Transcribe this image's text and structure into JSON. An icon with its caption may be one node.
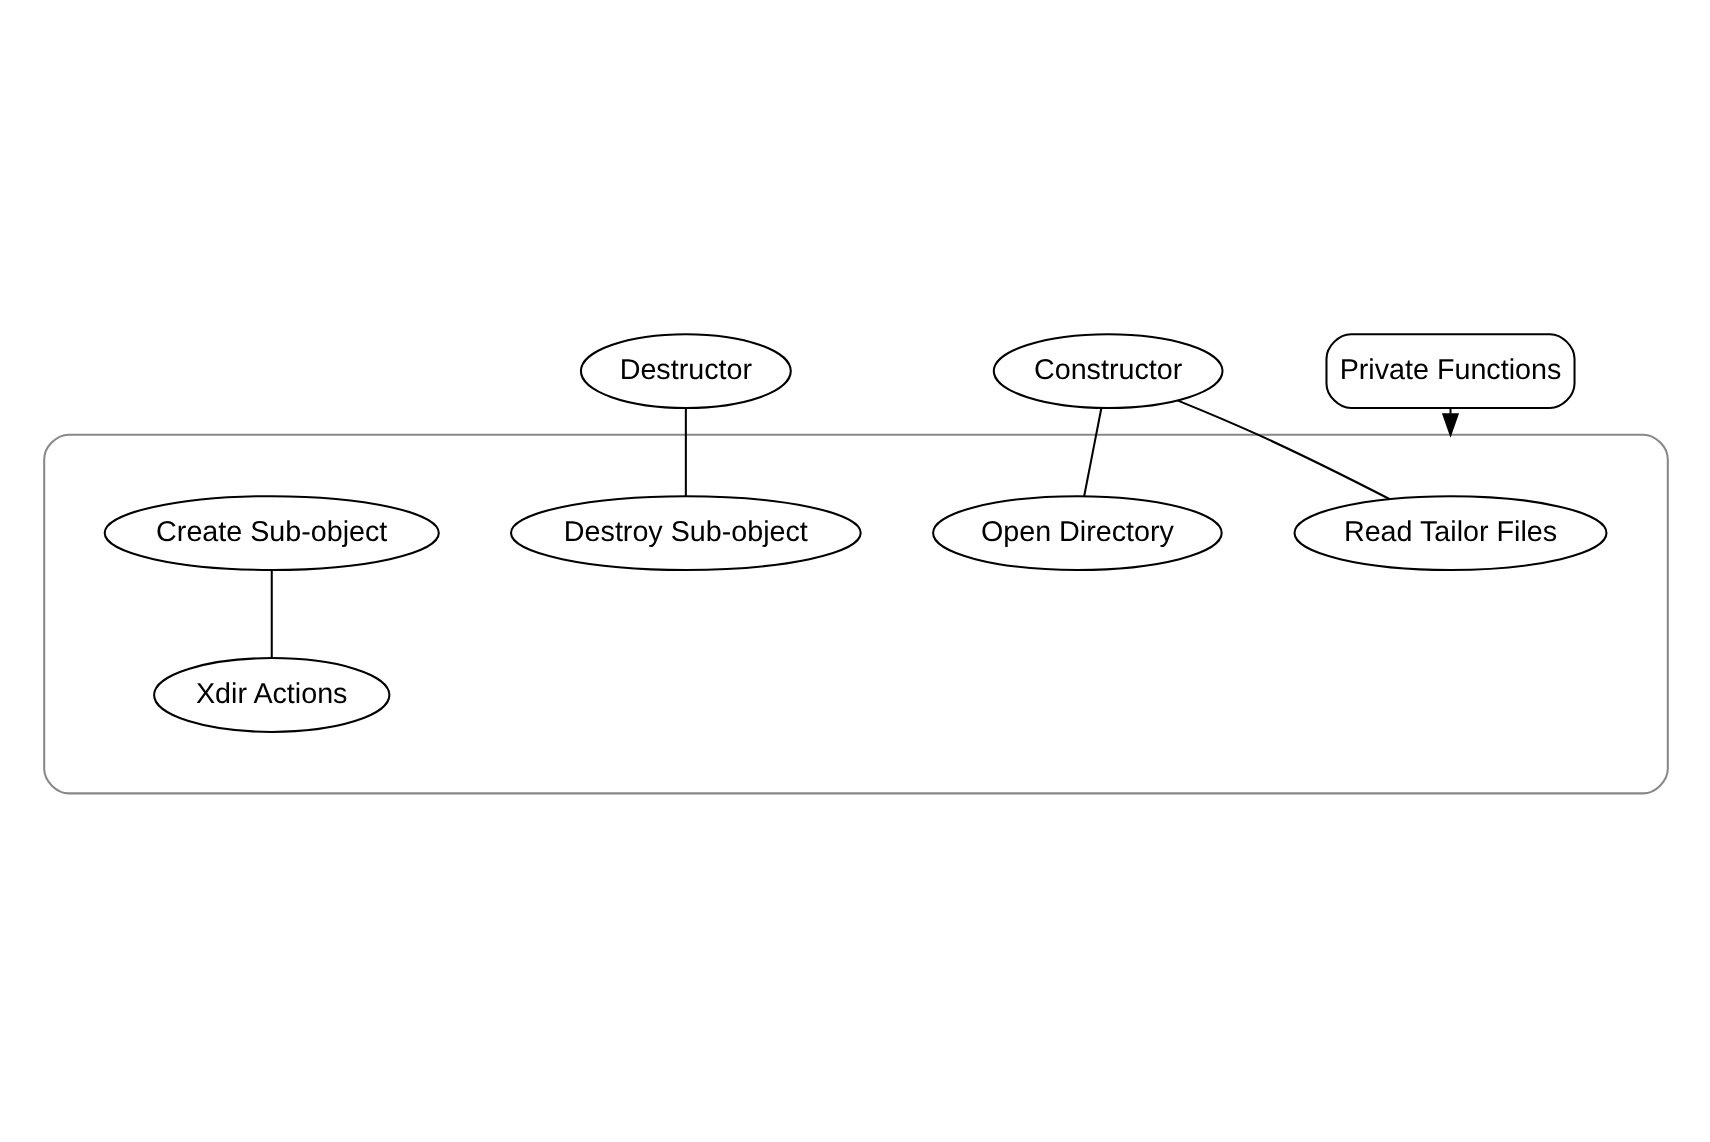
{
  "diagram": {
    "nodes": [
      {
        "text": [
          "Constructor"
        ]
      },
      {
        "text": [
          "Destructor"
        ]
      },
      {
        "text": [],
        "shape": "ellipse"
      },
      {
        "text": [
          "Read Tailor Files"
        ],
        "in": 2
      },
      {
        "text": [
          "Destroy Sub-object"
        ],
        "in": 2
      },
      {
        "text": [
          "Open Directory"
        ],
        "in": 2
      },
      {
        "text": [
          "Create Sub-object"
        ],
        "in": 2
      },
      {
        "text": [
          "Xdir Actions"
        ],
        "in": 2
      },
      {
        "text": [
          "Private Functions"
        ]
      }
    ],
    "edges": [
      {
        "from": 0,
        "to": 3,
        "arrow": "none"
      },
      {
        "from": 0,
        "to": 5,
        "arrow": "none"
      },
      {
        "from": 1,
        "to": 4,
        "arrow": "none"
      },
      {
        "from": 6,
        "to": 7,
        "arrow": "none"
      },
      {
        "from": 8,
        "to": 2,
        "arrow": "to"
      }
    ]
  }
}
